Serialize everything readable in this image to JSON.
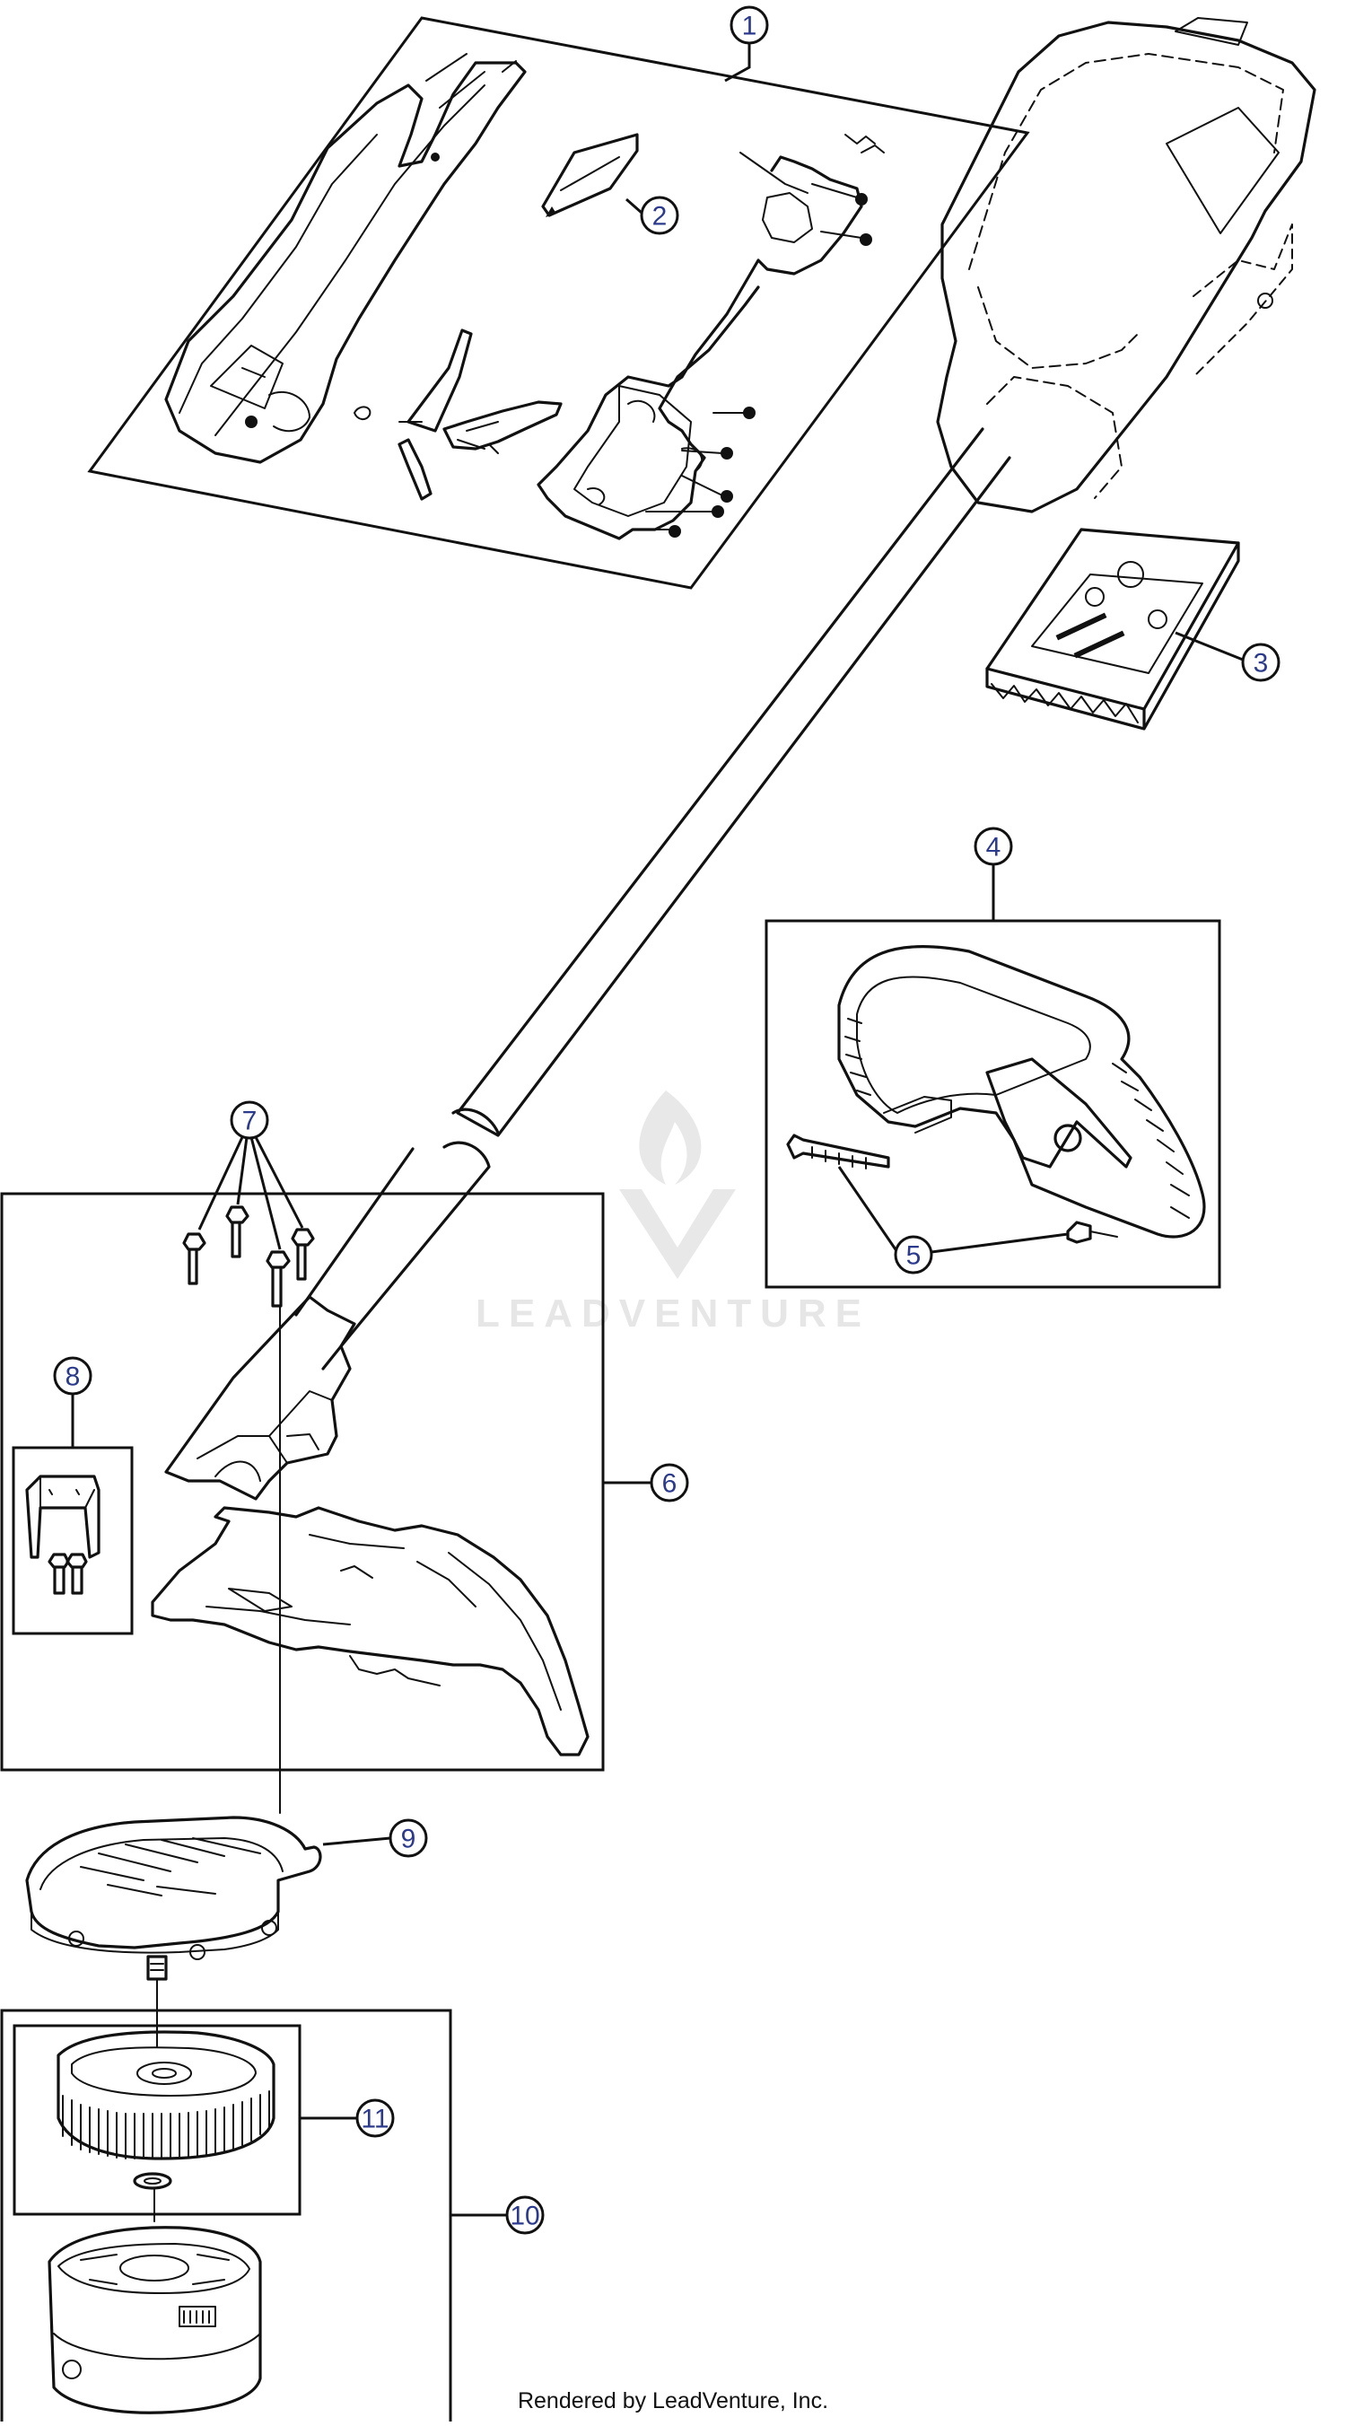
{
  "callouts": [
    {
      "id": "callout-1",
      "label": "1"
    },
    {
      "id": "callout-2",
      "label": "2"
    },
    {
      "id": "callout-3",
      "label": "3"
    },
    {
      "id": "callout-4",
      "label": "4"
    },
    {
      "id": "callout-5",
      "label": "5"
    },
    {
      "id": "callout-6",
      "label": "6"
    },
    {
      "id": "callout-7",
      "label": "7"
    },
    {
      "id": "callout-8",
      "label": "8"
    },
    {
      "id": "callout-9",
      "label": "9"
    },
    {
      "id": "callout-10",
      "label": "10"
    },
    {
      "id": "callout-11",
      "label": "11"
    }
  ],
  "watermark": {
    "text": "LEADVENTURE"
  },
  "footer": {
    "text": "Rendered by LeadVenture, Inc."
  }
}
